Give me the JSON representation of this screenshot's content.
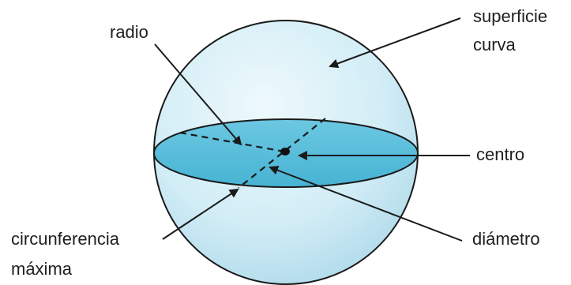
{
  "labels": {
    "radius": "radio",
    "curved_surface_line1": "superficie",
    "curved_surface_line2": "curva",
    "center": "centro",
    "great_circle_line1": "circunferencia",
    "great_circle_line2": "máxima",
    "diameter": "diámetro"
  },
  "colors": {
    "sphere_fill": "#d5eef6",
    "sphere_outline": "#1a1a1a",
    "equator_fill": "#5dc0dc",
    "arrow": "#1a1a1a",
    "text": "#1f1f1f"
  }
}
